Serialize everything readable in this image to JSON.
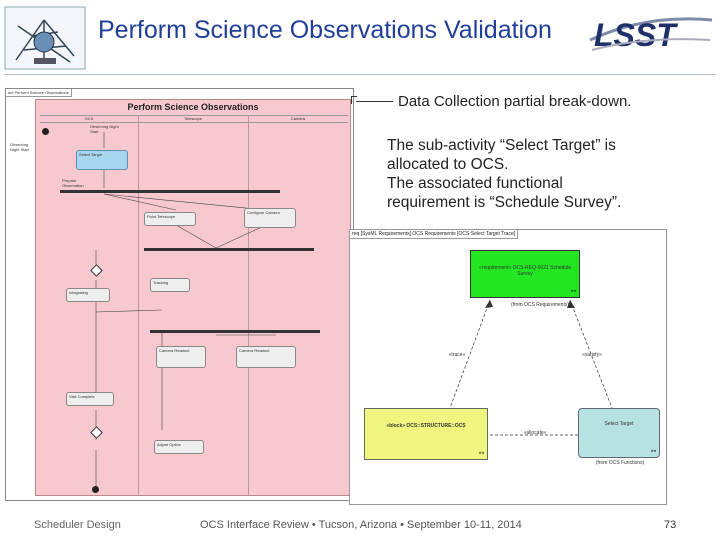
{
  "header": {
    "title": "Perform Science Observations Validation",
    "logo_left": "telescope-logo",
    "logo_right": "LSST"
  },
  "activity_diagram": {
    "frame_tab": "act Perform Science Observations",
    "title": "Perform Science Observations",
    "lanes": [
      "OCS",
      "Telescope",
      "Camera"
    ],
    "labels": {
      "start_label": "Observing Night Start",
      "select_target": "Select Target",
      "prepare_obs": "Prepare Observation",
      "point_telescope": "Point Telescope",
      "config_camera": "Configure Camera",
      "tracking": "Tracking",
      "integrating": "Integrating",
      "readout": "Camera Readout",
      "visit_complete": "Visit Complete",
      "adjust_optics": "Adjust Optics"
    }
  },
  "callout": {
    "heading": "Data Collection partial break-down.",
    "lines": [
      "The sub-activity “Select Target” is",
      "allocated to OCS.",
      "The associated functional",
      "requirement is “Schedule Survey”."
    ]
  },
  "requirements_diagram": {
    "frame_tab": "req [SysML Requirements] OCS Requirements [OCS Select Target Trace]",
    "green_req": "«requirement» OCS-REQ-0021 Schedule Survey",
    "green_note": "(from OCS Requirements)",
    "yellow_block": "«block» OCS::STRUCTURE::OCS",
    "teal_activity": "Select Target",
    "teal_note": "(from OCS Functions)",
    "satisfy_label": "«satisfy»",
    "trace_label": "«trace»",
    "allocate_label": "«allocate»"
  },
  "footer": {
    "left": "Scheduler Design",
    "center": "OCS Interface Review • Tucson, Arizona • September 10-11, 2014",
    "page": "73"
  }
}
